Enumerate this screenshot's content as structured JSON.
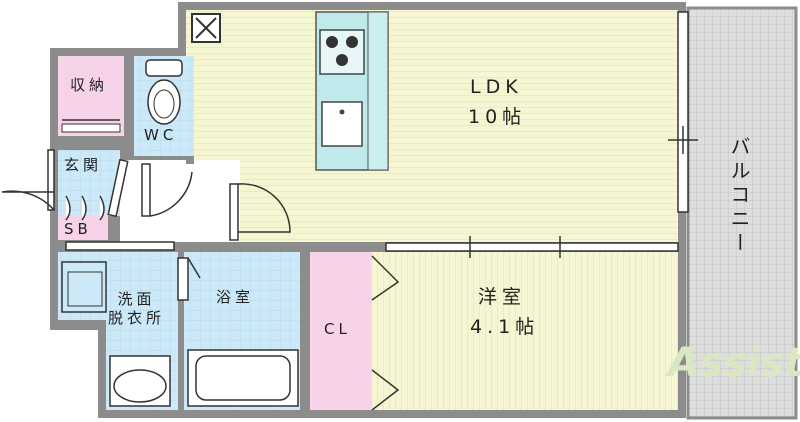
{
  "rooms": {
    "ldk": {
      "name": "LDK",
      "size": "10帖"
    },
    "western": {
      "name": "洋室",
      "size": "4.1帖"
    },
    "storage": "収納",
    "wc": "WC",
    "entrance": "玄関",
    "shoe_box": "SB",
    "washroom": "洗面\n脱衣所",
    "bathroom": "浴室",
    "closet": "CL",
    "balcony": "バルコニー"
  },
  "watermark": "Assist",
  "colors": {
    "living_floor": "#f6f6d2",
    "wet_area": "#cde8f6",
    "storage": "#f7d3ea",
    "balcony": "#d9d9d9",
    "wall": "#7a7a7a"
  }
}
